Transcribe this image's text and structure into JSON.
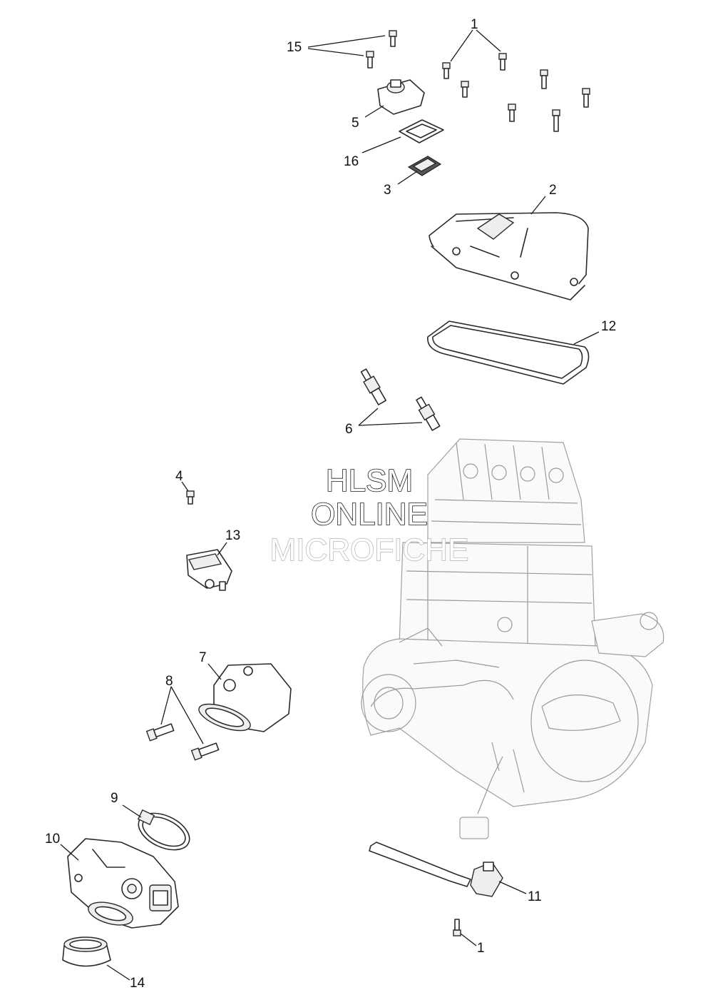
{
  "watermark": {
    "line1": "HLSM",
    "line2": "ONLINE",
    "line3": "MICROFICHE"
  },
  "callouts": {
    "c1_top": "1",
    "c15": "15",
    "c5": "5",
    "c16": "16",
    "c3": "3",
    "c2": "2",
    "c12": "12",
    "c6": "6",
    "c4": "4",
    "c13": "13",
    "c7": "7",
    "c8": "8",
    "c9": "9",
    "c10": "10",
    "c11": "11",
    "c1_bottom": "1",
    "c14": "14"
  }
}
